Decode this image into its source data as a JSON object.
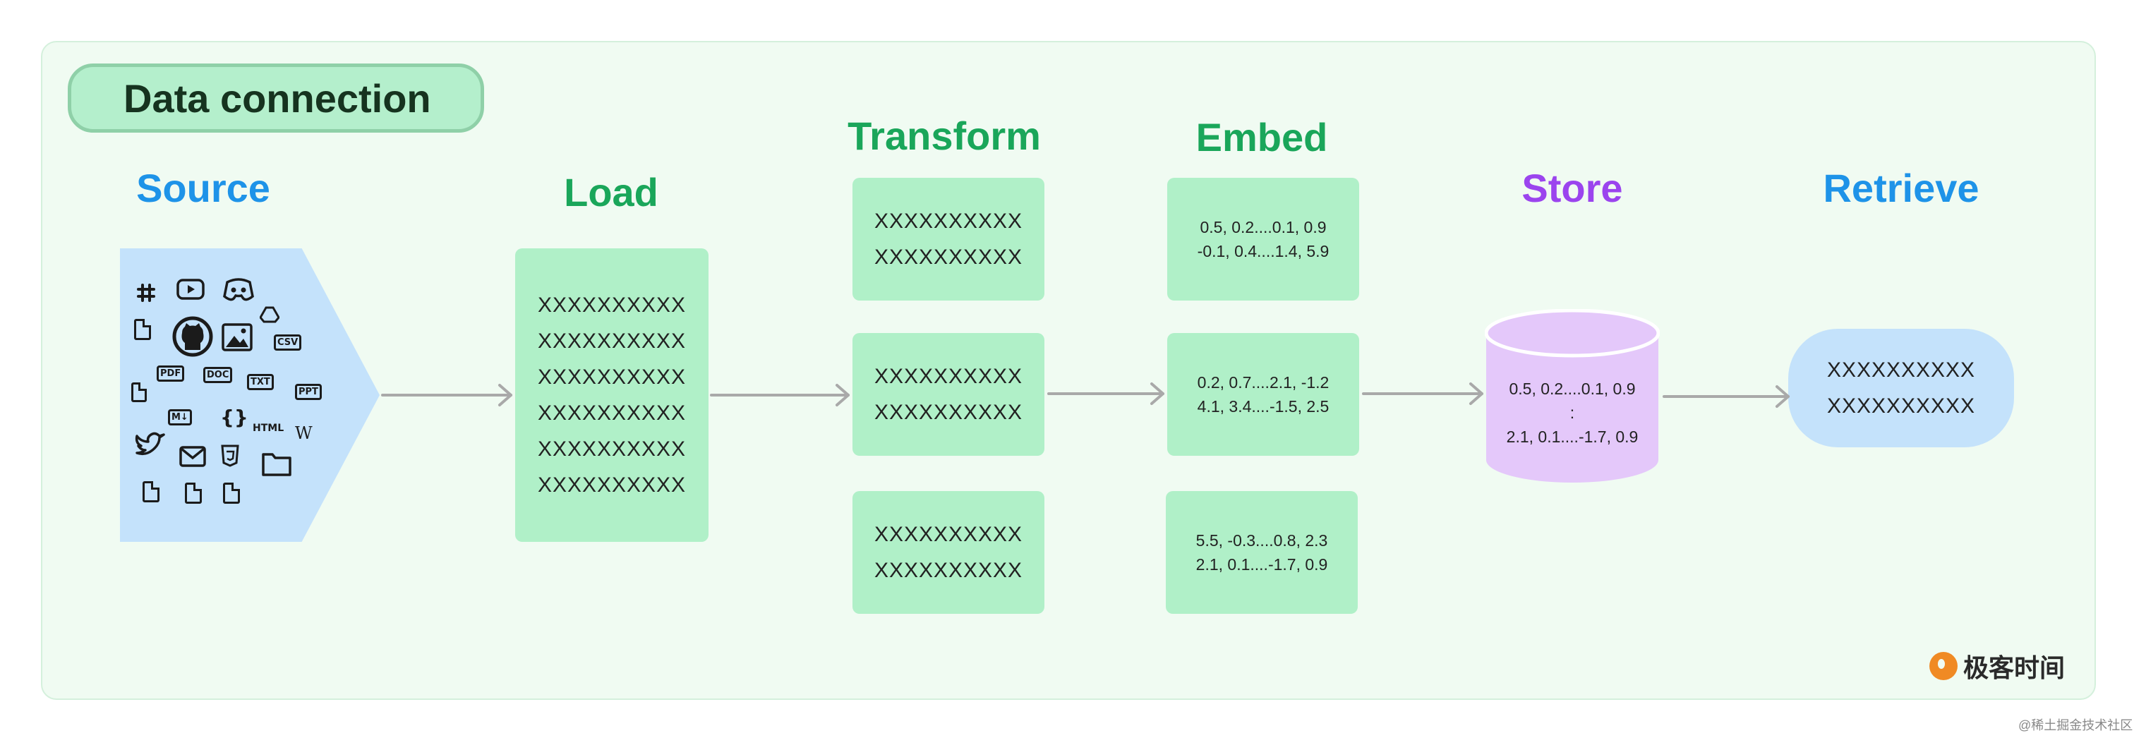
{
  "title": "Data connection",
  "stages": {
    "source": "Source",
    "load": "Load",
    "transform": "Transform",
    "embed": "Embed",
    "store": "Store",
    "retrieve": "Retrieve"
  },
  "source_icons": {
    "pdf": "PDF",
    "doc": "DOC",
    "txt": "TXT",
    "ppt": "PPT",
    "csv": "CSV",
    "md": "M↓",
    "html": "HTML",
    "wiki": "W",
    "code": "{}"
  },
  "load_lines": [
    "XXXXXXXXXX",
    "XXXXXXXXXX",
    "XXXXXXXXXX",
    "XXXXXXXXXX",
    "XXXXXXXXXX",
    "XXXXXXXXXX"
  ],
  "transform_chunks": [
    [
      "XXXXXXXXXX",
      "XXXXXXXXXX"
    ],
    [
      "XXXXXXXXXX",
      "XXXXXXXXXX"
    ],
    [
      "XXXXXXXXXX",
      "XXXXXXXXXX"
    ]
  ],
  "embeddings": [
    [
      "0.5, 0.2....0.1, 0.9",
      "-0.1, 0.4....1.4, 5.9"
    ],
    [
      "0.2, 0.7....2.1, -1.2",
      "4.1, 3.4....-1.5, 2.5"
    ],
    [
      "5.5, -0.3....0.8, 2.3",
      "2.1, 0.1....-1.7, 0.9"
    ]
  ],
  "store_lines": [
    "0.5, 0.2....0.1, 0.9",
    ":",
    "2.1, 0.1....-1.7, 0.9"
  ],
  "retrieve_lines": [
    "XXXXXXXXXX",
    "XXXXXXXXXX"
  ],
  "logo_text": "极客时间",
  "watermark": "@稀土掘金技术社区",
  "colors": {
    "blue_label": "#1e93e8",
    "green_label": "#1aa65a",
    "purple_label": "#9b44ee",
    "green_box": "#b0f0c8",
    "blue_box": "#c4e2fb",
    "purple_store": "#e4c8fa",
    "arrow": "#a9a9a9"
  }
}
